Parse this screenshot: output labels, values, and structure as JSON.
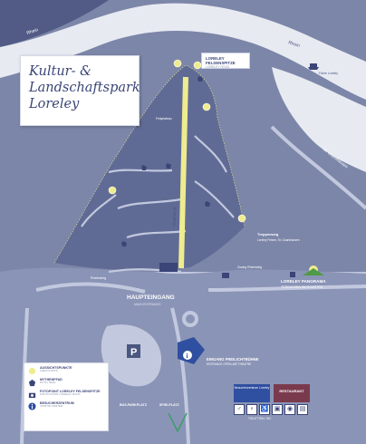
{
  "title": {
    "line1": "Kultur- &",
    "line2": "Landschaftspark",
    "line3": "Loreley"
  },
  "colors": {
    "river": "#e8eaf2",
    "land": "#7c86a8",
    "plateau": "#606b95",
    "path": "#c2c8de",
    "accent_yellow": "#efec8f",
    "icon_blue": "#2f4fa0",
    "restaurant": "#7a3a4e"
  },
  "labels": {
    "rhein_left": "Rhein",
    "rhein_right": "Rhein",
    "ferry": "Fähre Loreley",
    "road_st_goarshausen": "St. Goarshausen",
    "haupteingang": "HAUPTEINGANG",
    "haupteingang_sub": "MAIN ENTRANCE",
    "eingang_freilicht": "EINGANG FREILICHTBÜHNE",
    "eingang_freilicht_sub": "ENTRANCE OPEN-AIR THEATRE",
    "panorama": "LORELEY PANORAMA",
    "panorama_sub": "TERRASSEN BIERGARTEN",
    "rheinsteig": "Rheinsteig",
    "treppenweg": "Treppenweg",
    "treppenweg_sub": "Loreley Felsen, St. Goarshausen",
    "zuweg": "Zuweg Rheinsteig",
    "busparkplatz": "BUS-PARKPLATZ",
    "spielplatz": "SPIELPLATZ",
    "felsplateau": "Felsplateau",
    "rheinsteig_left": "Rheinsteig",
    "parking": "P"
  },
  "callout": {
    "title": "LORELEY FELSENSPITZE",
    "sub": "LORELEY ROCK"
  },
  "legend": [
    {
      "icon": "viewpoint-icon",
      "label": "AUSSICHTSPUNKTE",
      "sub": "VIEW POINTS"
    },
    {
      "icon": "myth-path-icon",
      "label": "MYTHENPFAD",
      "sub": "MYTH TRAIL"
    },
    {
      "icon": "photo-point-icon",
      "label": "FOTOPOINT LORELEY FELSENSPITZE",
      "sub": "PHOTO POINT LORELEY ROCK"
    },
    {
      "icon": "info-icon",
      "label": "BESUCHERZENTRUM",
      "sub": "VISITOR CENTER"
    }
  ],
  "facilities": {
    "visitor_center": "Besucherzentrum Loreley",
    "restaurant": "RESTAURANT",
    "note": "TOILETTEN / WC"
  }
}
